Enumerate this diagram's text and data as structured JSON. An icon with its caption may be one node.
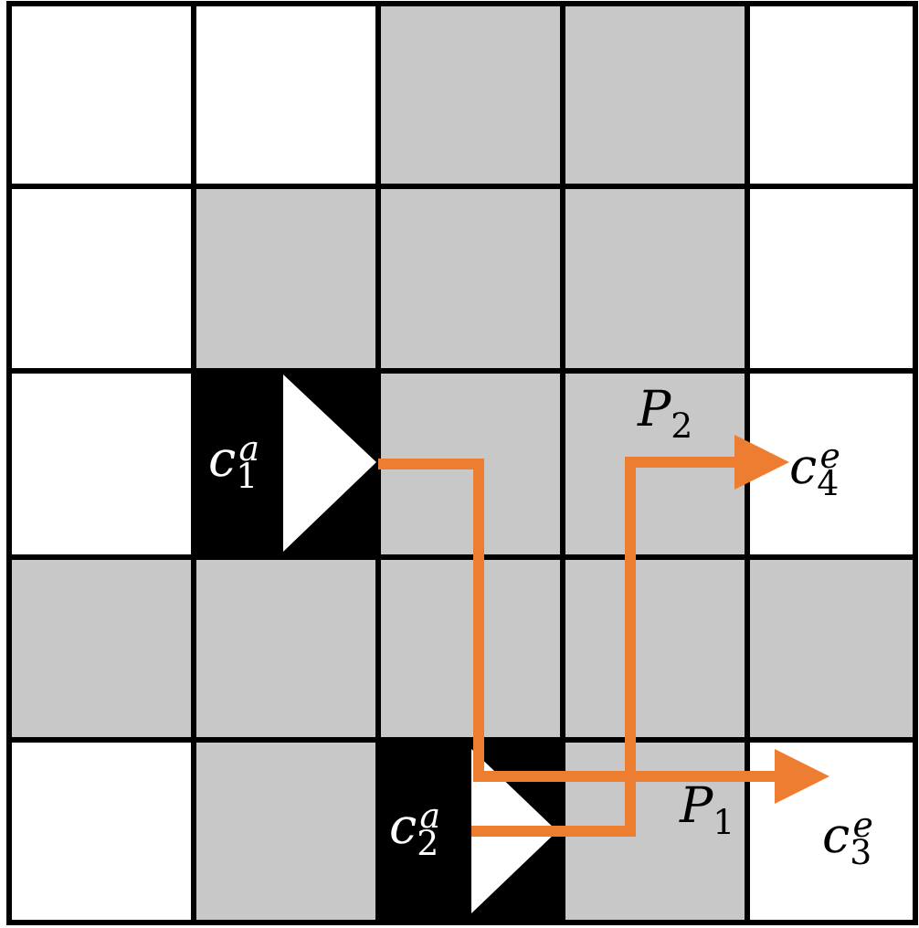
{
  "diagram": {
    "nodes": [
      {
        "text": [
          "c$_{1}$$^{a}$"
        ]
      },
      {
        "text": [
          "c$_{2}$$^{a}$"
        ]
      },
      {
        "text": [
          "c$_{4}$$^{e}$"
        ]
      },
      {
        "text": [
          "c$_{3}$$^{e}$"
        ]
      }
    ],
    "edges": [
      {
        "from": 0,
        "to": 3,
        "arrow": "to",
        "label": "P$_{1}$"
      },
      {
        "from": 1,
        "to": 2,
        "arrow": "to",
        "label": "P$_{2}$"
      }
    ]
  }
}
